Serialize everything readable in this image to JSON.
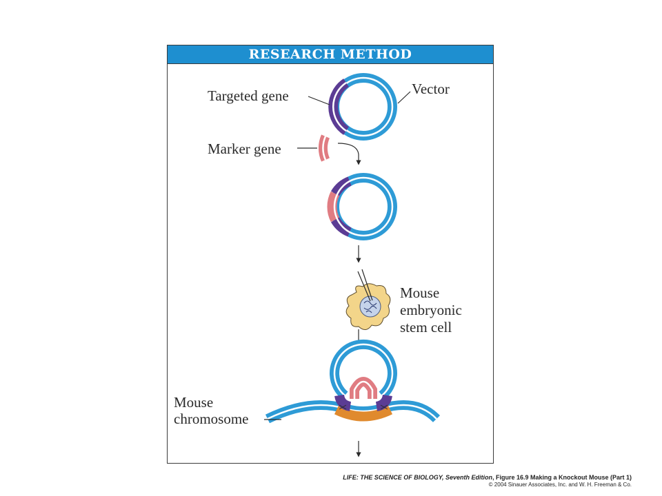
{
  "panel": {
    "header": "RESEARCH METHOD"
  },
  "labels": {
    "targeted_gene": "Targeted gene",
    "vector": "Vector",
    "marker_gene": "Marker gene",
    "mouse_es_cell": [
      "Mouse",
      "embryonic",
      "stem cell"
    ],
    "mouse_chromosome": [
      "Mouse",
      "chromosome"
    ]
  },
  "caption": {
    "book_title": "LIFE: THE SCIENCE OF BIOLOGY, Seventh Edition",
    "figure": ", Figure 16.9 Making a Knockout Mouse (Part 1)",
    "copyright": "© 2004 Sinauer Associates, Inc. and W. H. Freeman & Co."
  },
  "colors": {
    "vector_blue": "#2e9bd6",
    "targeted_gene_purple": "#5b3c94",
    "marker_gene_pink": "#e07c82",
    "chromosome_orange": "#e08a2e",
    "header_blue": "#1e8fd0"
  }
}
